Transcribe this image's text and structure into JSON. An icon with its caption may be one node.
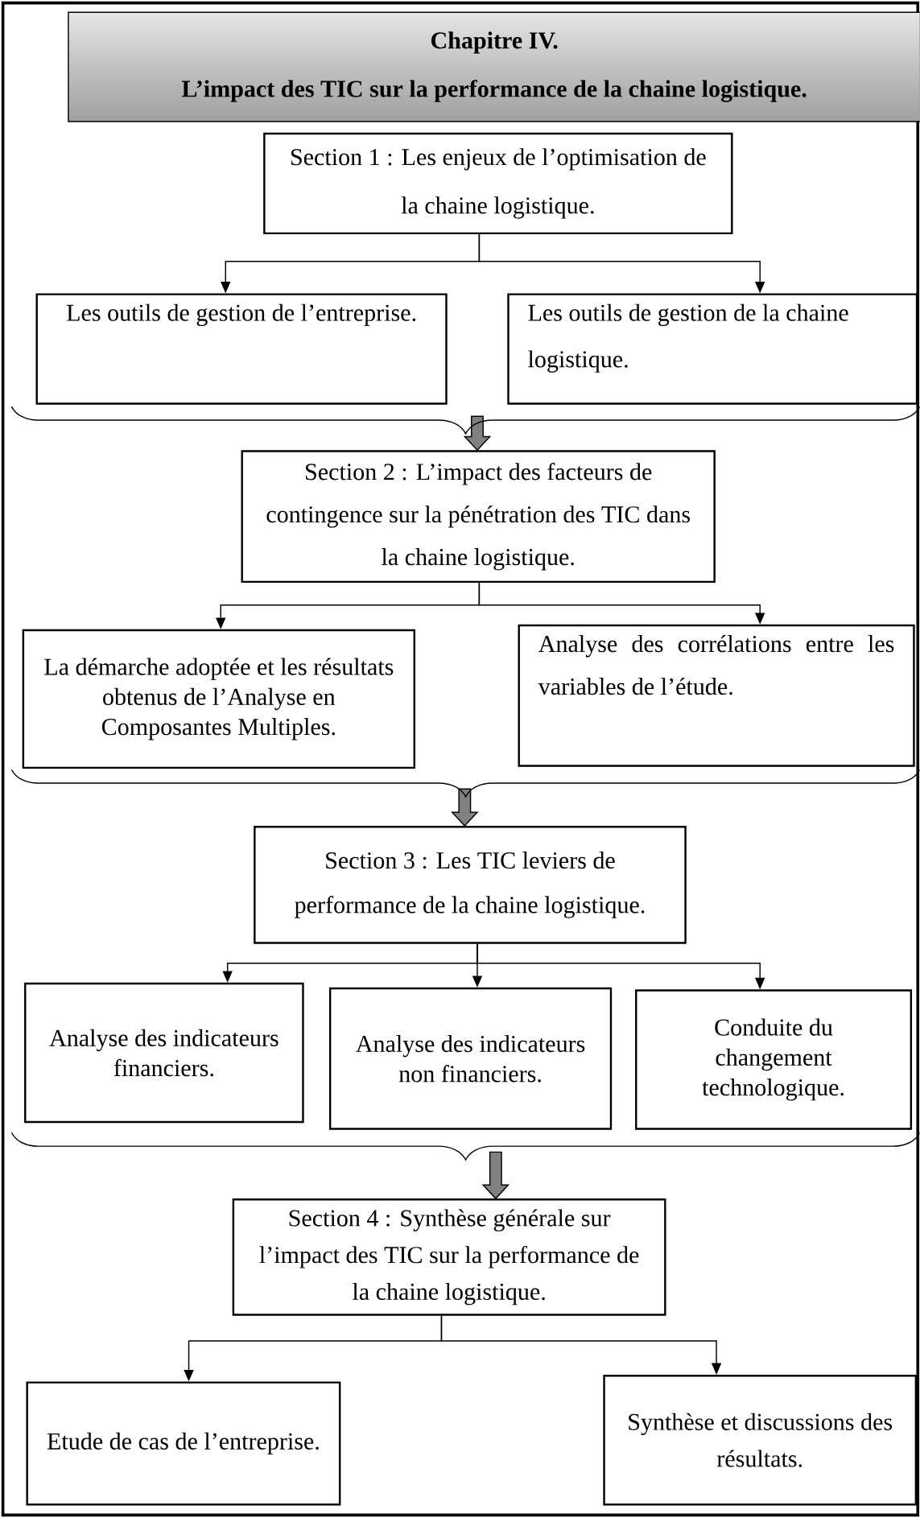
{
  "diagram": {
    "nodes": [
      {
        "text": [
          "Chapitre IV.",
          "L’impact des TIC sur la performance de la chaine logistique."
        ]
      },
      {
        "text": [
          "Section 1 : Les enjeux de l’optimisation de la chaine logistique."
        ]
      },
      {
        "text": [
          "Les outils de gestion de l’entreprise."
        ]
      },
      {
        "text": [
          "Les outils de gestion de la chaine logistique."
        ]
      },
      {
        "text": [
          "Section 2 : L’impact des facteurs de contingence sur la pénétration des TIC dans la chaine logistique."
        ]
      },
      {
        "text": [
          "La démarche adoptée et les résultats obtenus de l’Analyse en Composantes Multiples."
        ]
      },
      {
        "text": [
          "Analyse des corrélations entre les variables de l’étude."
        ]
      },
      {
        "text": [
          "Section 3 : Les TIC leviers de performance de la chaine logistique."
        ]
      },
      {
        "text": [
          "Analyse des indicateurs financiers."
        ]
      },
      {
        "text": [
          "Analyse des indicateurs non financiers."
        ]
      },
      {
        "text": [
          "Conduite du changement technologique."
        ]
      },
      {
        "text": [
          "Section 4 : Synthèse générale sur l’impact des TIC sur la performance de la chaine logistique."
        ]
      },
      {
        "text": [
          "Etude de cas de l’entreprise."
        ]
      },
      {
        "text": [
          "Synthèse et discussions des résultats."
        ]
      }
    ],
    "edges": [
      {
        "from": 1,
        "to": 2,
        "arrow": "to"
      },
      {
        "from": 1,
        "to": 3,
        "arrow": "to"
      },
      {
        "from": null,
        "to": 4,
        "arrow": "to",
        "style": "thick",
        "color": "#808080"
      },
      {
        "from": 4,
        "to": 5,
        "arrow": "to"
      },
      {
        "from": 4,
        "to": 6,
        "arrow": "to"
      },
      {
        "from": null,
        "to": 7,
        "arrow": "to",
        "style": "thick",
        "color": "#808080"
      },
      {
        "from": 7,
        "to": 8,
        "arrow": "to"
      },
      {
        "from": 7,
        "to": 9,
        "arrow": "to"
      },
      {
        "from": 7,
        "to": 10,
        "arrow": "to"
      },
      {
        "from": null,
        "to": 11,
        "arrow": "to",
        "style": "thick",
        "color": "#808080"
      },
      {
        "from": 11,
        "to": 12,
        "arrow": "to"
      },
      {
        "from": 11,
        "to": 13,
        "arrow": "to"
      }
    ]
  }
}
